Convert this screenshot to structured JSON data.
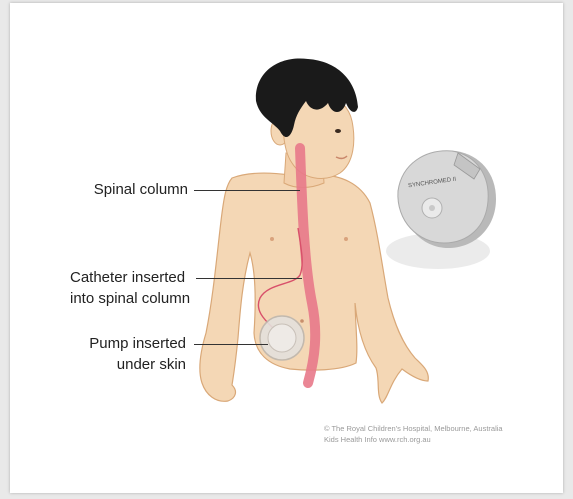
{
  "labels": {
    "spinal_column": "Spinal column",
    "catheter_line1": "Catheter inserted",
    "catheter_line2": "into spinal column",
    "pump_line1": "Pump inserted",
    "pump_line2": "under skin"
  },
  "device": {
    "brand": "SYNCHROMED II"
  },
  "credit": {
    "line1": "© The Royal Children's Hospital, Melbourne, Australia",
    "line2": "Kids Health Info www.rch.org.au"
  },
  "colors": {
    "skin": "#f4d7b5",
    "skin_outline": "#d9a878",
    "hair": "#1a1a1a",
    "spine": "#e8798a",
    "catheter": "#d8506a",
    "device_body": "#d8d8d8"
  }
}
